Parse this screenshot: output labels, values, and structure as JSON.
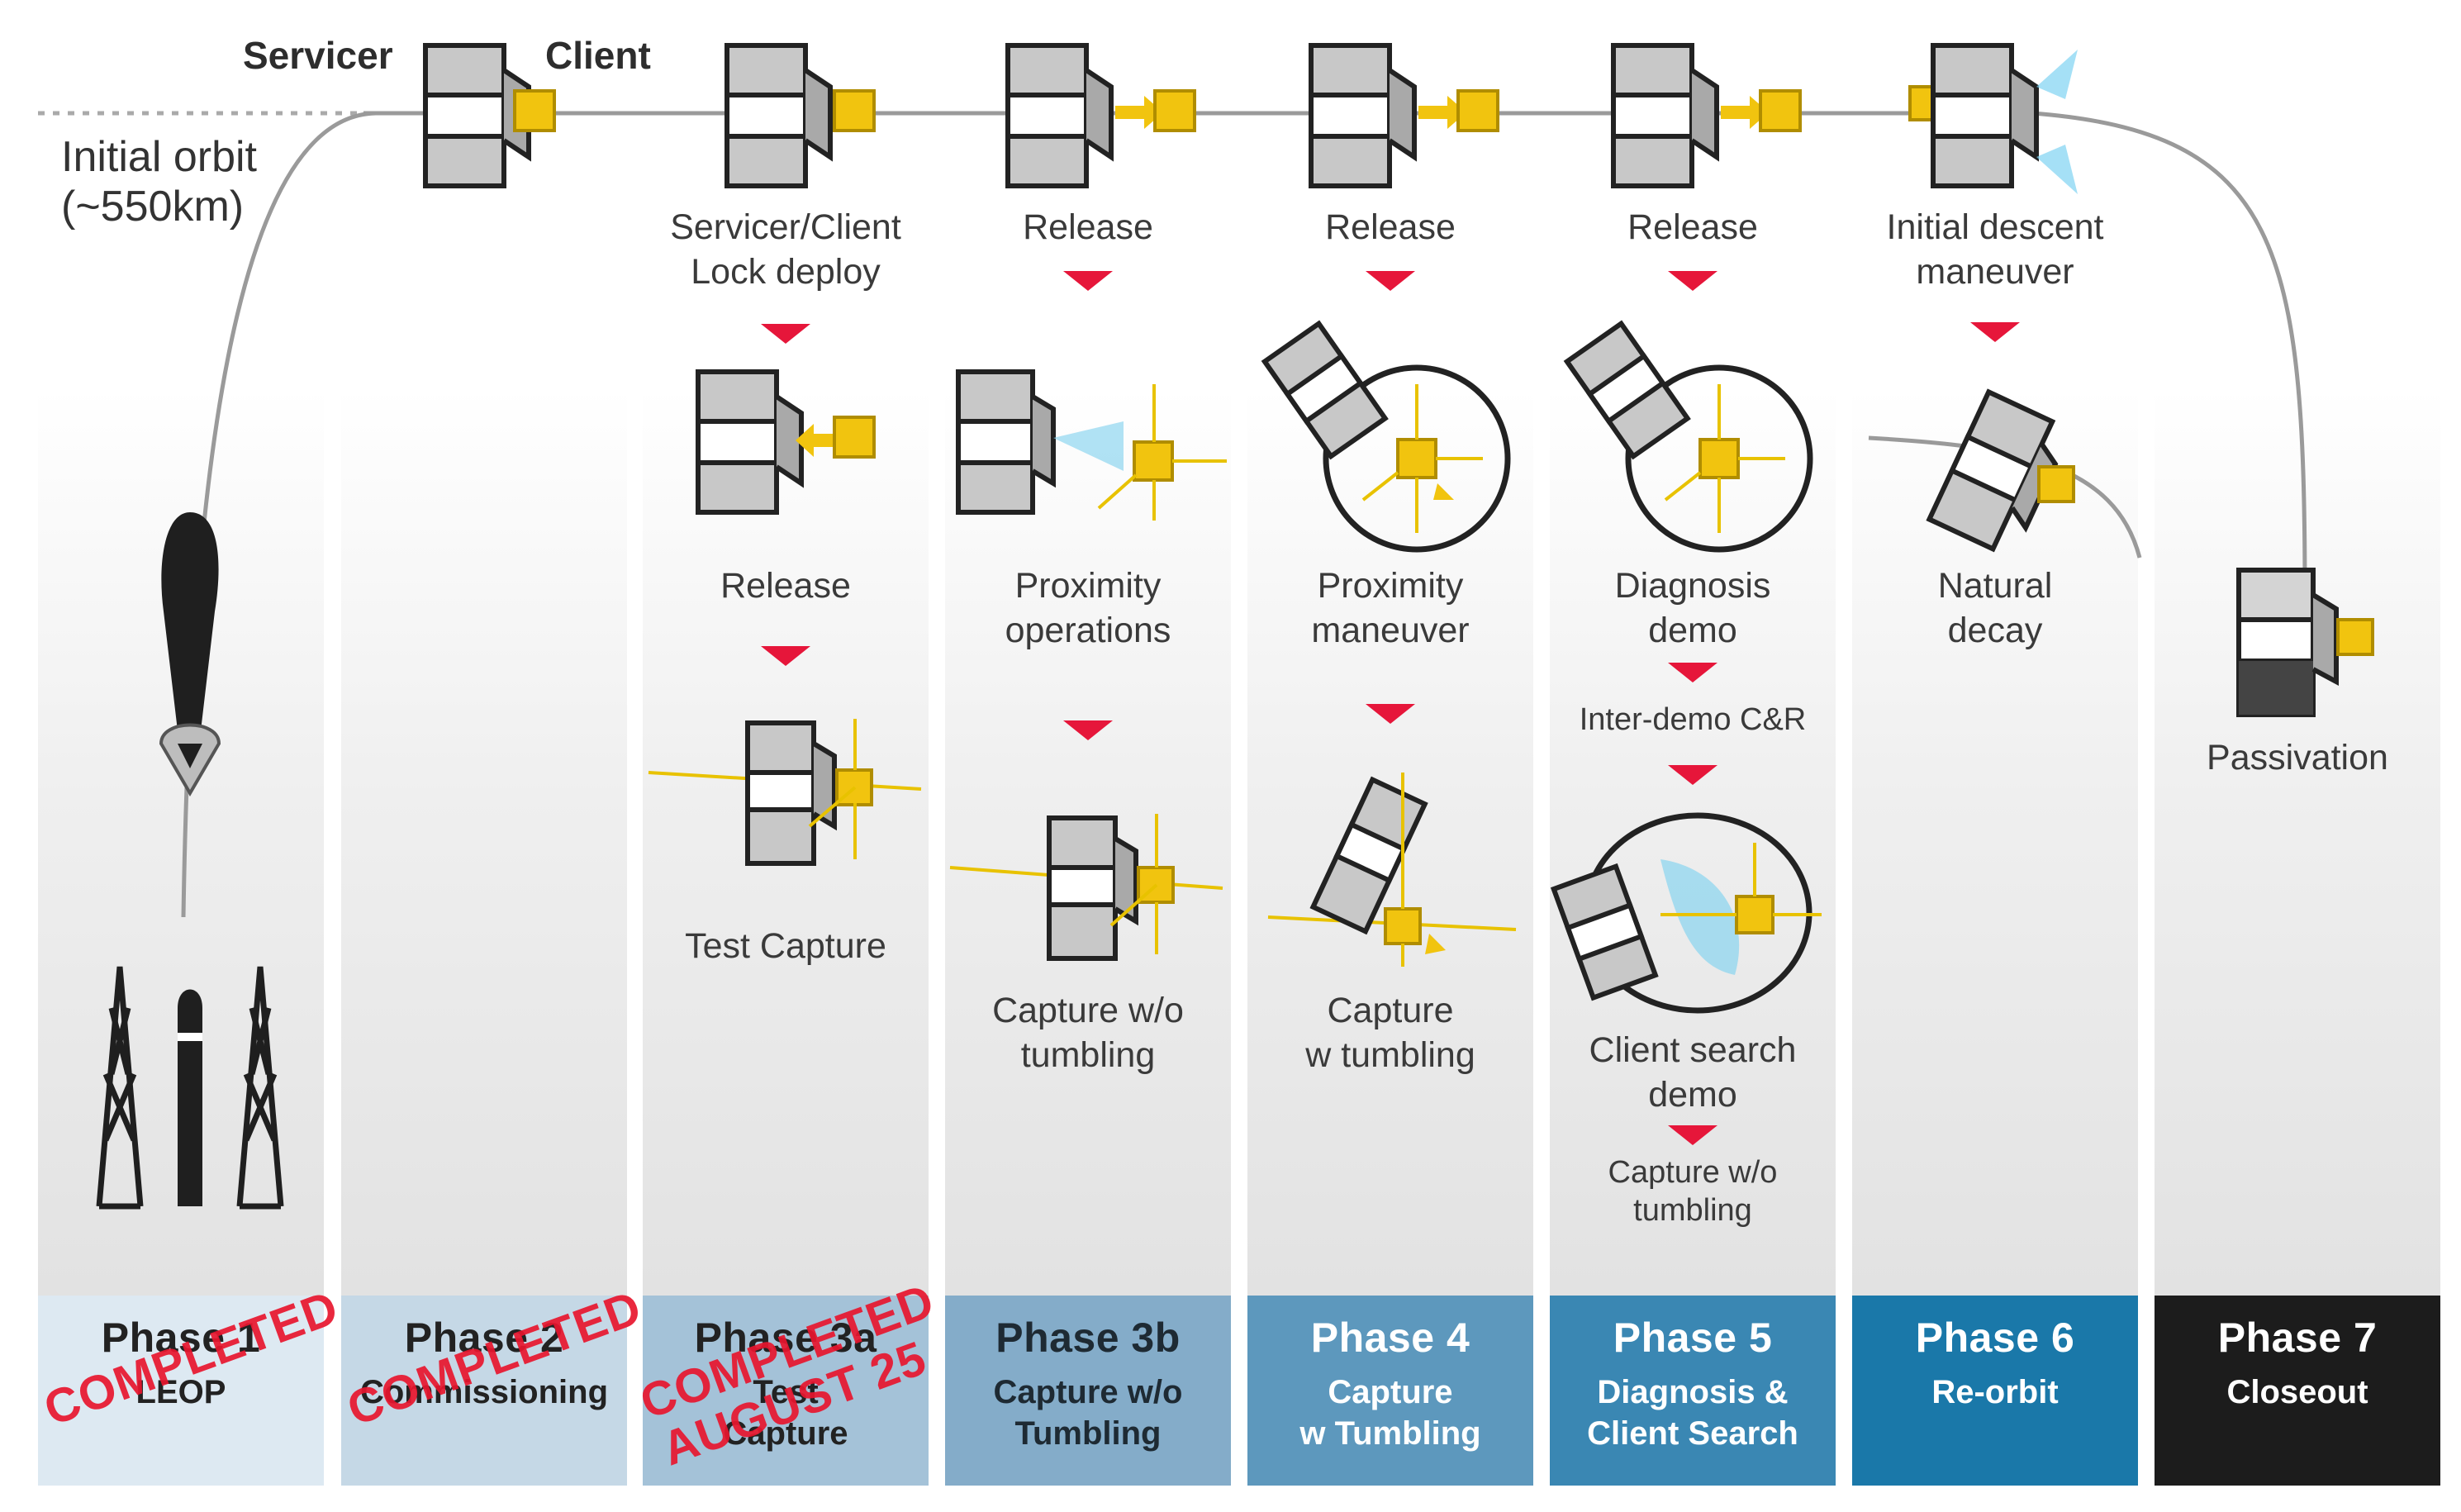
{
  "header": {
    "servicer_label": "Servicer",
    "client_label": "Client",
    "orbit_label": "Initial orbit\n(~550km)"
  },
  "colors": {
    "phase1": "#dde9f2",
    "phase2": "#c5d8e6",
    "phase3a": "#a4c2d8",
    "phase3b": "#84acc9",
    "phase4": "#5d98bd",
    "phase5": "#3a87b3",
    "phase6": "#1a78a9",
    "phase7": "#1c1c1c",
    "stamp": "#e8162e",
    "arrow": "#e6163a",
    "satellite_accent": "#f1c40f"
  },
  "columns": [
    {
      "title": "Phase 1",
      "subtitle": "LEOP",
      "stamp": "COMPLETED"
    },
    {
      "title": "Phase 2",
      "subtitle": "Commissioning",
      "stamp": "COMPLETED"
    },
    {
      "title": "Phase 3a",
      "subtitle": "Test\nCapture",
      "stamp": "COMPLETED\nAUGUST 25"
    },
    {
      "title": "Phase 3b",
      "subtitle": "Capture w/o\nTumbling",
      "stamp": ""
    },
    {
      "title": "Phase 4",
      "subtitle": "Capture\nw Tumbling",
      "stamp": ""
    },
    {
      "title": "Phase 5",
      "subtitle": "Diagnosis &\nClient Search",
      "stamp": ""
    },
    {
      "title": "Phase 6",
      "subtitle": "Re-orbit",
      "stamp": ""
    },
    {
      "title": "Phase 7",
      "subtitle": "Closeout",
      "stamp": ""
    }
  ],
  "steps": {
    "p3a": [
      "Servicer/Client\nLock deploy",
      "Release",
      "Test Capture"
    ],
    "p3b": [
      "Release",
      "Proximity\noperations",
      "Capture w/o\ntumbling"
    ],
    "p4": [
      "Release",
      "Proximity\nmaneuver",
      "Capture\nw tumbling"
    ],
    "p5": [
      "Release",
      "Diagnosis\ndemo",
      "Inter-demo C&R",
      "Client search\ndemo",
      "Capture w/o\ntumbling"
    ],
    "p6": [
      "Initial descent\nmaneuver",
      "Natural\ndecay"
    ],
    "p7": [
      "Passivation"
    ]
  }
}
